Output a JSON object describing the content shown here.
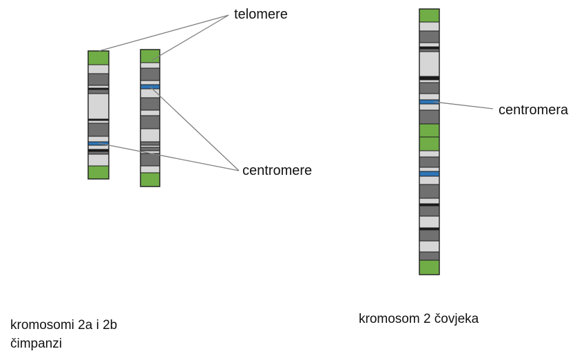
{
  "labels": {
    "telomere": "telomere",
    "centromere_chimp": "centromere",
    "centromere_human": "centromera",
    "chimp_caption_line1": "kromosomi 2a i 2b",
    "chimp_caption_line2": "čimpanzi",
    "human_caption": "kromosom 2 čovjeka"
  },
  "colors": {
    "telomere": "#70ad47",
    "centromere": "#2e75b6",
    "dark_band": "#707070",
    "light_band": "#d6d6d6",
    "outline": "#1a1a1a",
    "leader_line": "#7f7f7f"
  }
}
